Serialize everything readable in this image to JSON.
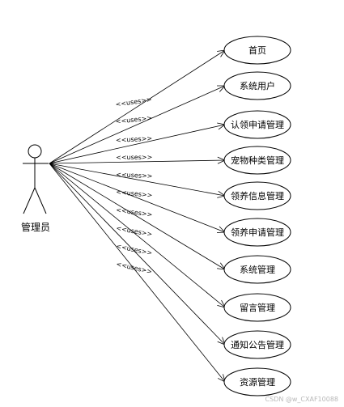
{
  "actor": {
    "label": "管理员"
  },
  "relation_label": "<<uses>>",
  "use_cases": [
    {
      "label": "首页"
    },
    {
      "label": "系统用户"
    },
    {
      "label": "认领申请管理"
    },
    {
      "label": "宠物种类管理"
    },
    {
      "label": "领养信息管理"
    },
    {
      "label": "领养申请管理"
    },
    {
      "label": "系统管理"
    },
    {
      "label": "留言管理"
    },
    {
      "label": "通知公告管理"
    },
    {
      "label": "资源管理"
    }
  ],
  "watermark": "CSDN @w_CXAF10088"
}
